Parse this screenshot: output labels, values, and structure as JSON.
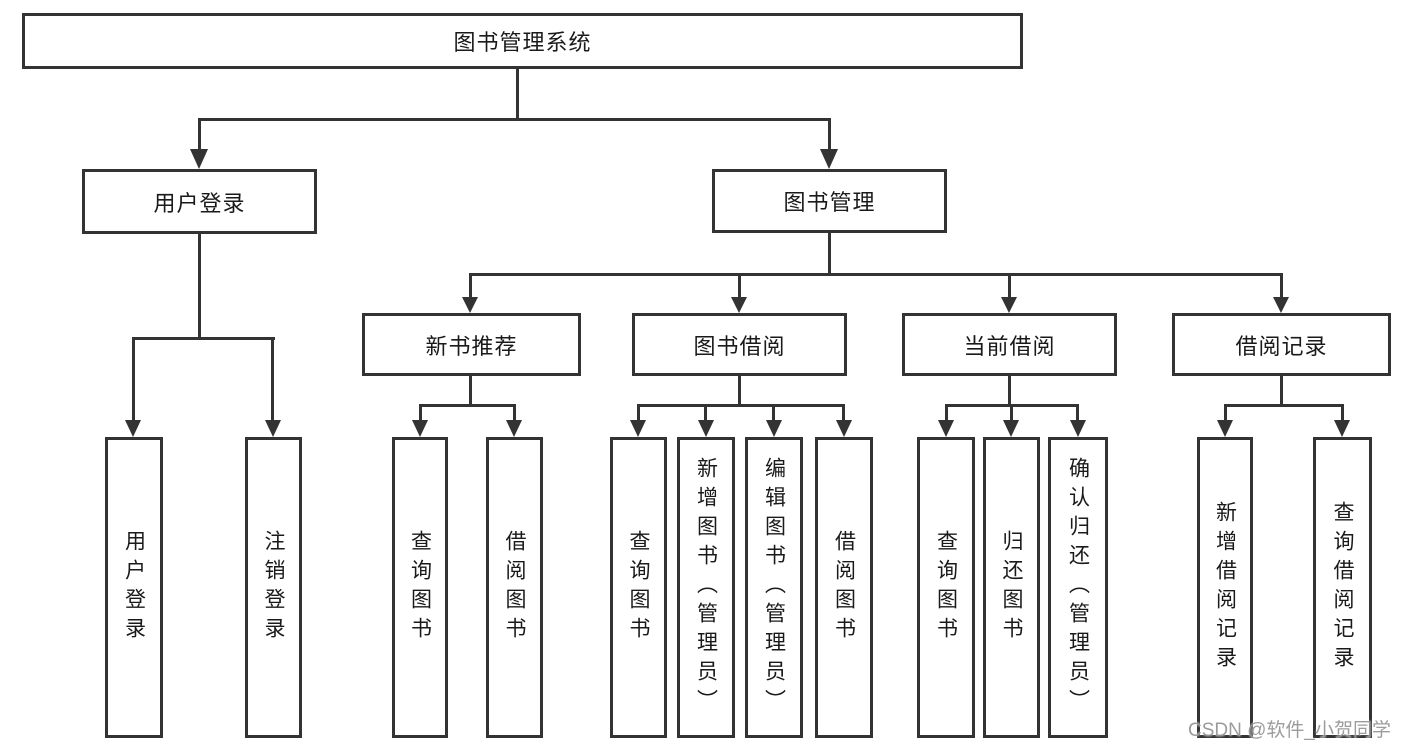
{
  "diagram": {
    "nodes": {
      "root": "图书管理系统",
      "user_login": "用户登录",
      "book_mgmt": "图书管理",
      "new_book_rec": "新书推荐",
      "book_borrow": "图书借阅",
      "current_borrow": "当前借阅",
      "borrow_records": "借阅记录",
      "leaf_user_login": "用户登录",
      "leaf_logout": "注销登录",
      "leaf_nb_query": "查询图书",
      "leaf_nb_borrow": "借阅图书",
      "leaf_bb_query": "查询图书",
      "leaf_bb_add": "新增图书（管理员）",
      "leaf_bb_edit": "编辑图书（管理员）",
      "leaf_bb_borrow": "借阅图书",
      "leaf_cb_query": "查询图书",
      "leaf_cb_return": "归还图书",
      "leaf_cb_confirm": "确认归还（管理员）",
      "leaf_br_add": "新增借阅记录",
      "leaf_br_query": "查询借阅记录"
    },
    "hierarchy": {
      "图书管理系统": {
        "用户登录": [
          "用户登录",
          "注销登录"
        ],
        "图书管理": {
          "新书推荐": [
            "查询图书",
            "借阅图书"
          ],
          "图书借阅": [
            "查询图书",
            "新增图书（管理员）",
            "编辑图书（管理员）",
            "借阅图书"
          ],
          "当前借阅": [
            "查询图书",
            "归还图书",
            "确认归还（管理员）"
          ],
          "借阅记录": [
            "新增借阅记录",
            "查询借阅记录"
          ]
        }
      }
    },
    "colors": {
      "line": "#333333",
      "box_border": "#333333",
      "box_fill": "#ffffff",
      "text": "#1a1a1a",
      "watermark": "#919191",
      "background": "#ffffff"
    }
  },
  "watermark": "CSDN @软件_小贺同学"
}
